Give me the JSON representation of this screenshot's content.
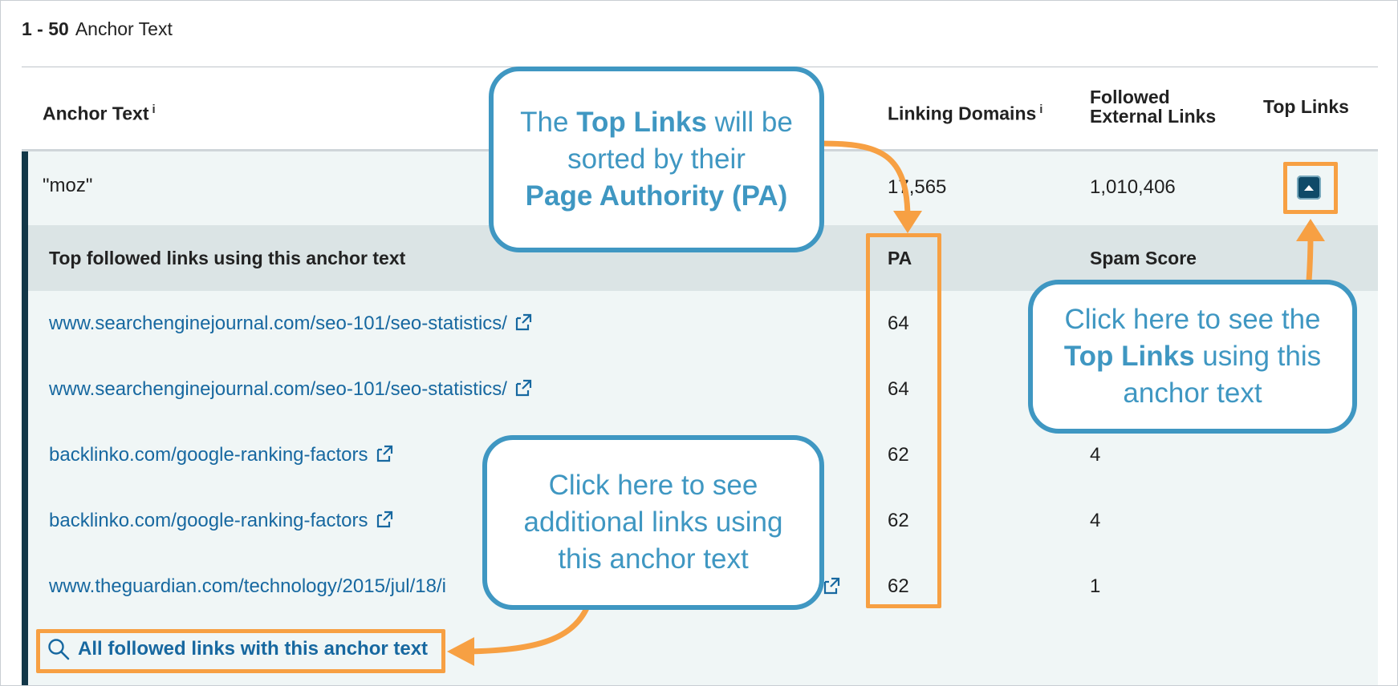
{
  "header": {
    "range": "1 - 50",
    "title": "Anchor Text"
  },
  "columns": {
    "anchor_text": "Anchor Text",
    "anchor_text_info": "i",
    "linking_domains": "Linking Domains",
    "linking_domains_info": "i",
    "followed_external_links_line1": "Followed",
    "followed_external_links_line2": "External Links",
    "top_links": "Top Links"
  },
  "row": {
    "anchor": "\"moz\"",
    "linking_domains": "17,565",
    "followed_external_links": "1,010,406"
  },
  "expanded": {
    "subheader_title": "Top followed links using this anchor text",
    "subheader_pa": "PA",
    "subheader_spam": "Spam Score",
    "links": [
      {
        "url": "www.searchenginejournal.com/seo-101/seo-statistics/",
        "pa": "64",
        "spam": ""
      },
      {
        "url": "www.searchenginejournal.com/seo-101/seo-statistics/",
        "pa": "64",
        "spam": ""
      },
      {
        "url": "backlinko.com/google-ranking-factors",
        "pa": "62",
        "spam": "4"
      },
      {
        "url": "backlinko.com/google-ranking-factors",
        "pa": "62",
        "spam": "4"
      },
      {
        "url": "www.theguardian.com/technology/2015/jul/18/i",
        "pa": "62",
        "spam": "1"
      }
    ],
    "all_links_label": "All followed links with this anchor text"
  },
  "callouts": {
    "sorted_pre": "The ",
    "sorted_bold1": "Top Links",
    "sorted_mid": " will be sorted by their",
    "sorted_bold2": "Page Authority (PA)",
    "toplinks_pre": "Click here to see the",
    "toplinks_bold": "Top Links",
    "toplinks_post": " using this anchor text",
    "additional": "Click here to see additional links using this anchor text"
  },
  "colors": {
    "link": "#1768a0",
    "callout_blue": "#3f97c2",
    "highlight_orange": "#f7a043",
    "accent_navy": "#123748"
  }
}
